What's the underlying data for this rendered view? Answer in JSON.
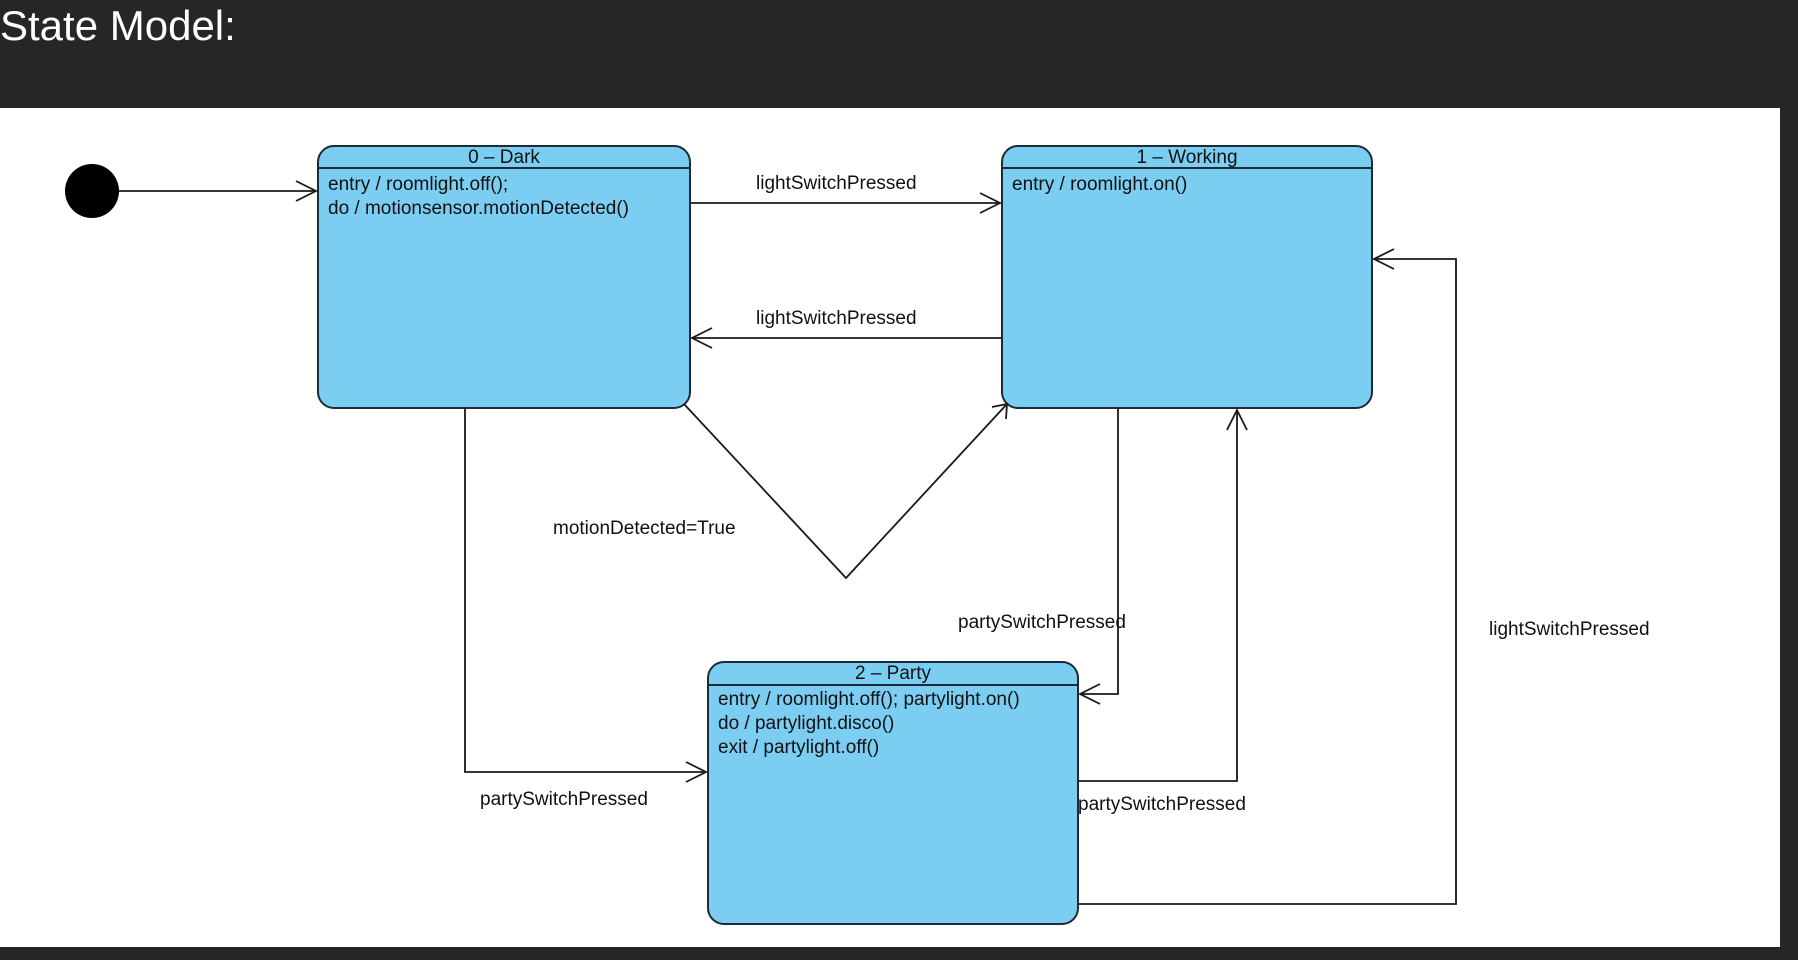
{
  "title": "State Model:",
  "states": {
    "dark": {
      "title": "0 – Dark",
      "actions": [
        "entry / roomlight.off();",
        "do / motionsensor.motionDetected()"
      ]
    },
    "working": {
      "title": "1 – Working",
      "actions": [
        "entry / roomlight.on()"
      ]
    },
    "party": {
      "title": "2 – Party",
      "actions": [
        "entry / roomlight.off(); partylight.on()",
        "do / partylight.disco()",
        "exit / partylight.off()"
      ]
    }
  },
  "transitions": {
    "dark_to_working": "lightSwitchPressed",
    "working_to_dark": "lightSwitchPressed",
    "dark_to_working_motion": "motionDetected=True",
    "working_to_party": "partySwitchPressed",
    "dark_to_party": "partySwitchPressed",
    "party_to_working": "partySwitchPressed",
    "party_to_working_light": "lightSwitchPressed"
  },
  "colors": {
    "state_fill": "#7bcdf2",
    "state_stroke": "#1c2b36",
    "background": "#262626",
    "canvas": "#ffffff"
  }
}
